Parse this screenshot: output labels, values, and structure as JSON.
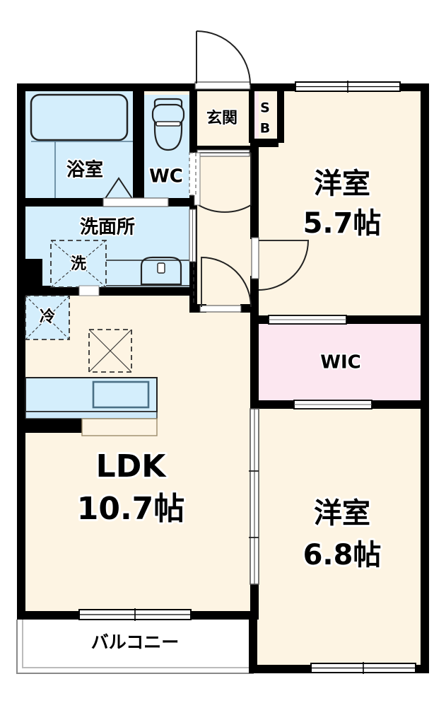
{
  "plan": {
    "type": "japanese-apartment-floor-plan",
    "layout_code": "2LDK",
    "background_color": "#ffffff",
    "wall_color": "#000000",
    "floor_color": "#fdf4e3",
    "wet_area_color": "#d4eefc",
    "closet_color": "#fce7f0",
    "fixture_line_color": "#333333",
    "balcony_color": "#ffffff"
  },
  "rooms": [
    {
      "id": "bathroom",
      "name": "bathroom",
      "label": "浴室",
      "size": "",
      "color": "#d4eefc"
    },
    {
      "id": "toilet",
      "name": "toilet",
      "label": "WC",
      "size": "",
      "color": "#d4eefc"
    },
    {
      "id": "washroom",
      "name": "washroom",
      "label": "洗面所",
      "size": "",
      "color": "#d4eefc"
    },
    {
      "id": "entrance",
      "name": "entrance",
      "label": "玄関",
      "size": "",
      "color": "#fdf4e3"
    },
    {
      "id": "shoebox",
      "name": "shoe-box",
      "label": "SB",
      "size": "",
      "color": "#fce7f0"
    },
    {
      "id": "western1",
      "name": "western-room-1",
      "label": "洋室",
      "size": "5.7帖",
      "color": "#fdf4e3"
    },
    {
      "id": "wic",
      "name": "walk-in-closet",
      "label": "WIC",
      "size": "",
      "color": "#fce7f0"
    },
    {
      "id": "western2",
      "name": "western-room-2",
      "label": "洋室",
      "size": "6.8帖",
      "color": "#fdf4e3"
    },
    {
      "id": "ldk",
      "name": "living-dining-kitchen",
      "label": "LDK",
      "size": "10.7帖",
      "color": "#fdf4e3"
    },
    {
      "id": "balcony",
      "name": "balcony",
      "label": "バルコニー",
      "size": "",
      "color": "#ffffff"
    }
  ],
  "fixtures": [
    {
      "id": "bathtub",
      "name": "bathtub",
      "label": ""
    },
    {
      "id": "toilet-bowl",
      "name": "toilet-bowl",
      "label": ""
    },
    {
      "id": "vanity-sink",
      "name": "vanity-sink",
      "label": ""
    },
    {
      "id": "washing-machine",
      "name": "washing-machine",
      "label": "洗"
    },
    {
      "id": "refrigerator",
      "name": "refrigerator",
      "label": "冷"
    },
    {
      "id": "appliance-space",
      "name": "appliance-space",
      "label": ""
    },
    {
      "id": "kitchen-counter",
      "name": "kitchen-counter",
      "label": ""
    },
    {
      "id": "kitchen-sink",
      "name": "kitchen-sink",
      "label": ""
    }
  ],
  "openings": [
    {
      "id": "entrance-door",
      "name": "entrance-door",
      "type": "swing-door"
    },
    {
      "id": "hall-door-1",
      "name": "hallway-door-upper",
      "type": "swing-door"
    },
    {
      "id": "hall-door-2",
      "name": "hallway-door-lower",
      "type": "swing-door"
    },
    {
      "id": "bedroom1-door",
      "name": "western-room-1-door",
      "type": "swing-door"
    },
    {
      "id": "bath-door",
      "name": "bathroom-folding-door",
      "type": "folding-door"
    },
    {
      "id": "washroom-door",
      "name": "washroom-door",
      "type": "sliding-door"
    },
    {
      "id": "wc-door",
      "name": "toilet-door",
      "type": "sliding-door"
    },
    {
      "id": "ldk-partition",
      "name": "ldk-partition",
      "type": "sliding-partition"
    },
    {
      "id": "wic-door-top",
      "name": "wic-door-upper",
      "type": "sliding-door"
    },
    {
      "id": "wic-door-bottom",
      "name": "wic-door-lower",
      "type": "sliding-door"
    },
    {
      "id": "window-bedroom1",
      "name": "window-western-room-1",
      "type": "window"
    },
    {
      "id": "window-bedroom2",
      "name": "window-western-room-2",
      "type": "window"
    },
    {
      "id": "window-ldk",
      "name": "window-ldk-balcony",
      "type": "window"
    },
    {
      "id": "window-bath",
      "name": "window-bathroom",
      "type": "window"
    }
  ]
}
